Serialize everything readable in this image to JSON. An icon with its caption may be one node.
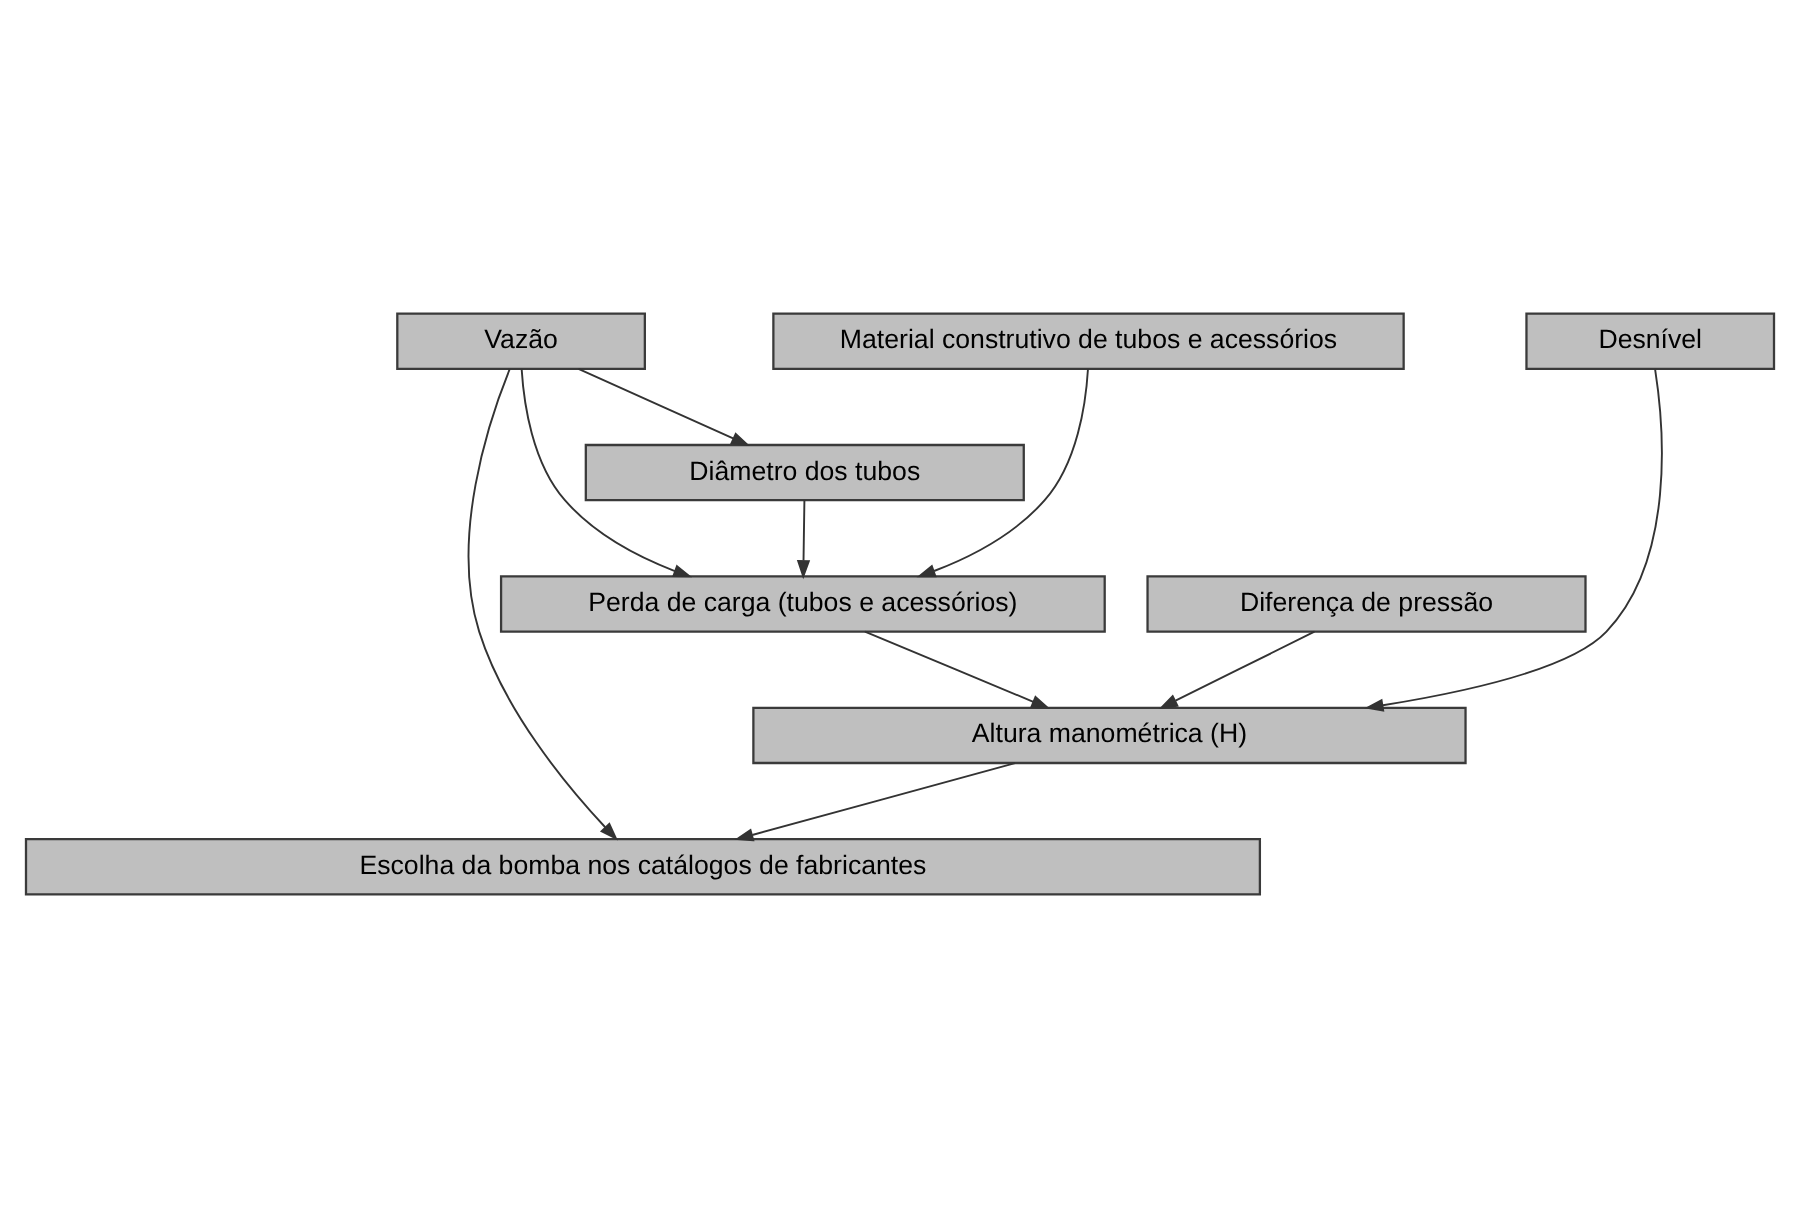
{
  "diagram": {
    "nodes": [
      {
        "text": [
          "Vazão"
        ]
      },
      {
        "text": [
          "Material construtivo de tubos e acessórios"
        ]
      },
      {
        "text": [
          "Desnível"
        ]
      },
      {
        "text": [
          "Diâmetro dos tubos"
        ]
      },
      {
        "text": [
          "Perda de carga (tubos e acessórios)"
        ]
      },
      {
        "text": [
          "Diferença de pressão"
        ]
      },
      {
        "text": [
          "Altura manométrica (H)"
        ]
      },
      {
        "text": [
          "Escolha da bomba nos catálogos de fabricantes"
        ]
      }
    ],
    "edges": [
      {
        "from": 0,
        "to": 7,
        "arrow": "to"
      },
      {
        "from": 0,
        "to": 4,
        "arrow": "to"
      },
      {
        "from": 0,
        "to": 3,
        "arrow": "to"
      },
      {
        "from": 1,
        "to": 4,
        "arrow": "to"
      },
      {
        "from": 2,
        "to": 6,
        "arrow": "to"
      },
      {
        "from": 3,
        "to": 4,
        "arrow": "to"
      },
      {
        "from": 4,
        "to": 6,
        "arrow": "to"
      },
      {
        "from": 5,
        "to": 6,
        "arrow": "to"
      },
      {
        "from": 6,
        "to": 7,
        "arrow": "to"
      }
    ]
  }
}
